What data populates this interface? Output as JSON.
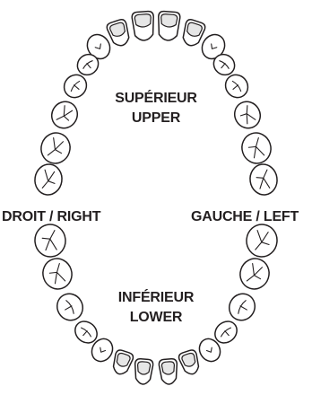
{
  "labels": {
    "upper_fr": "SUPÉRIEUR",
    "upper_en": "UPPER",
    "right": "DROIT / RIGHT",
    "left": "GAUCHE / LEFT",
    "lower_fr": "INFÉRIEUR",
    "lower_en": "LOWER"
  },
  "upper_arch": [
    {
      "tooth": "central-incisor-right",
      "kind": "incisor"
    },
    {
      "tooth": "central-incisor-left",
      "kind": "incisor"
    },
    {
      "tooth": "lateral-incisor-right",
      "kind": "incisor"
    },
    {
      "tooth": "lateral-incisor-left",
      "kind": "incisor"
    },
    {
      "tooth": "canine-right",
      "kind": "canine"
    },
    {
      "tooth": "canine-left",
      "kind": "canine"
    },
    {
      "tooth": "first-premolar-right",
      "kind": "premolar"
    },
    {
      "tooth": "first-premolar-left",
      "kind": "premolar"
    },
    {
      "tooth": "second-premolar-right",
      "kind": "premolar"
    },
    {
      "tooth": "second-premolar-left",
      "kind": "premolar"
    },
    {
      "tooth": "first-molar-right",
      "kind": "molar"
    },
    {
      "tooth": "first-molar-left",
      "kind": "molar"
    },
    {
      "tooth": "second-molar-right",
      "kind": "molar"
    },
    {
      "tooth": "second-molar-left",
      "kind": "molar"
    }
  ],
  "lower_arch": [
    {
      "tooth": "central-incisor-right",
      "kind": "incisor"
    },
    {
      "tooth": "central-incisor-left",
      "kind": "incisor"
    },
    {
      "tooth": "lateral-incisor-right",
      "kind": "incisor"
    },
    {
      "tooth": "lateral-incisor-left",
      "kind": "incisor"
    },
    {
      "tooth": "canine-right",
      "kind": "canine"
    },
    {
      "tooth": "canine-left",
      "kind": "canine"
    },
    {
      "tooth": "first-premolar-right",
      "kind": "premolar"
    },
    {
      "tooth": "first-premolar-left",
      "kind": "premolar"
    },
    {
      "tooth": "second-premolar-right",
      "kind": "premolar"
    },
    {
      "tooth": "second-premolar-left",
      "kind": "premolar"
    },
    {
      "tooth": "first-molar-right",
      "kind": "molar"
    },
    {
      "tooth": "first-molar-left",
      "kind": "molar"
    },
    {
      "tooth": "second-molar-right",
      "kind": "molar"
    },
    {
      "tooth": "second-molar-left",
      "kind": "molar"
    }
  ]
}
